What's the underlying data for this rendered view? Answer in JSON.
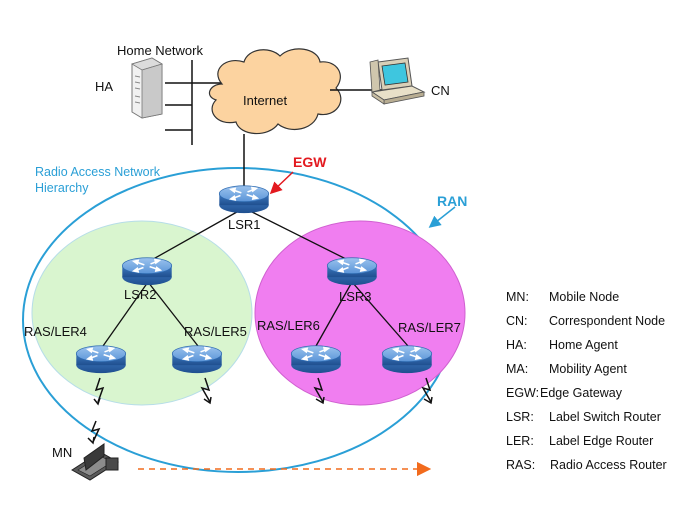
{
  "labels": {
    "home_network": "Home Network",
    "ha": "HA",
    "internet": "Internet",
    "cn": "CN",
    "egw": "EGW",
    "ran": "RAN",
    "ran_hierarchy_line1": "Radio Access Network",
    "ran_hierarchy_line2": "Hierarchy",
    "lsr1": "LSR1",
    "lsr2": "LSR2",
    "lsr3": "LSR3",
    "ras_ler4": "RAS/LER4",
    "ras_ler5": "RAS/LER5",
    "ras_ler6": "RAS/LER6",
    "ras_ler7": "RAS/LER7",
    "mn": "MN"
  },
  "legend": [
    {
      "abbr": "MN:",
      "desc": "Mobile Node"
    },
    {
      "abbr": "CN:",
      "desc": "Correspondent Node"
    },
    {
      "abbr": "HA:",
      "desc": "Home Agent"
    },
    {
      "abbr": "MA:",
      "desc": "Mobility Agent"
    },
    {
      "abbr": "EGW:",
      "desc": "Edge Gateway"
    },
    {
      "abbr": "LSR:",
      "desc": "Label Switch Router"
    },
    {
      "abbr": "LER:",
      "desc": "Label Edge Router"
    },
    {
      "abbr": "RAS:",
      "desc": "Radio Access Router"
    }
  ],
  "colors": {
    "ran_outline": "#2a9fd6",
    "lsr2_domain": "#d9f5cf",
    "lsr3_domain": "#f080f0",
    "internet_cloud": "#fcd3a0",
    "router": "#4f8fd1",
    "egw_label": "#e3191f",
    "movement_arrow": "#f26b1d"
  },
  "icons": {
    "router": "router-icon",
    "server": "server-icon",
    "workstation": "workstation-icon",
    "laptop": "laptop-icon",
    "wireless": "wireless-link-icon",
    "cloud": "cloud-icon"
  }
}
